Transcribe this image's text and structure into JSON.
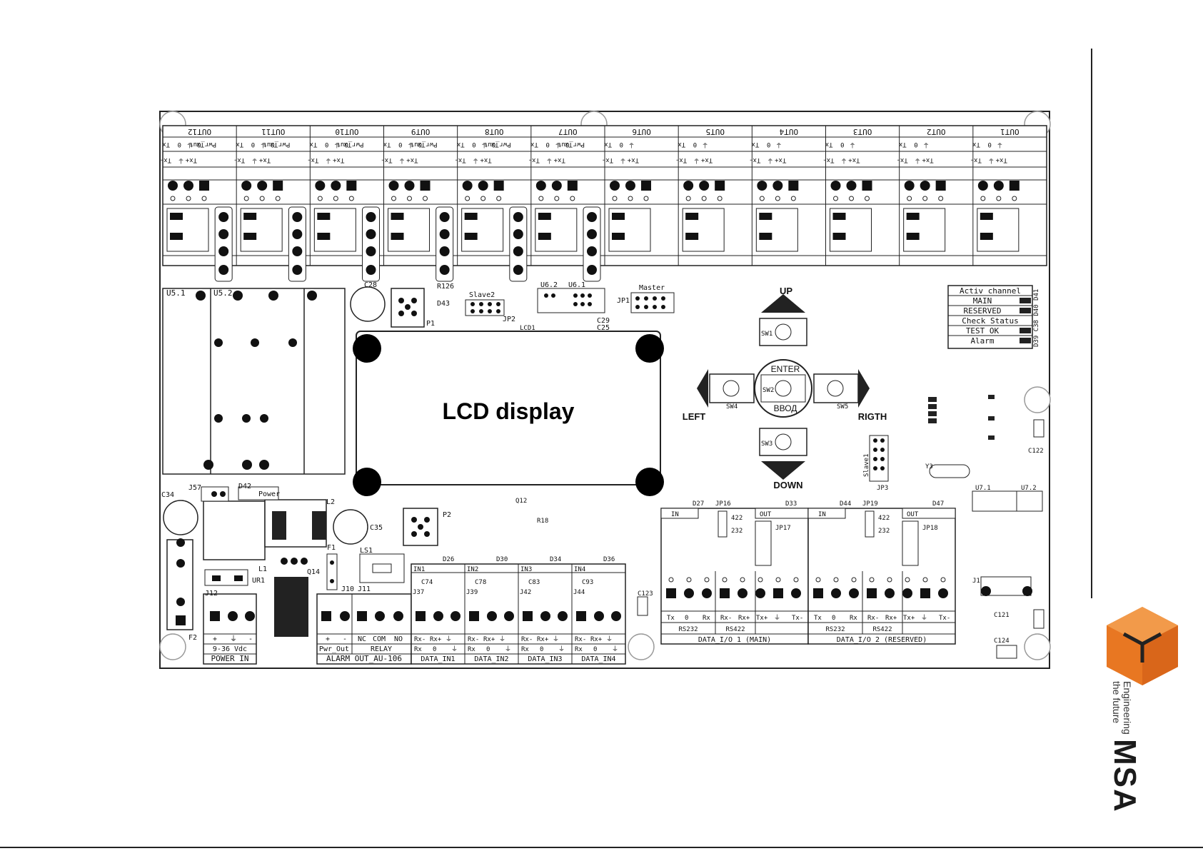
{
  "board": {
    "output_groups": [
      {
        "label": "OUT12",
        "pins_top": [
          "Tx",
          "0",
          "⏚",
          "Tx"
        ],
        "pins_bot": [
          "Tx-",
          "⏚",
          "Tx+"
        ],
        "pwr": "Pwr_Out"
      },
      {
        "label": "OUT11",
        "pins_top": [
          "Tx",
          "0",
          "⏚",
          "Tx"
        ],
        "pins_bot": [
          "Tx-",
          "⏚",
          "Tx+"
        ],
        "pwr": "Pwr_Out"
      },
      {
        "label": "OUT10",
        "pins_top": [
          "Tx",
          "0",
          "⏚",
          "Tx"
        ],
        "pins_bot": [
          "Tx-",
          "⏚",
          "Tx+"
        ],
        "pwr": "Pwr_Out"
      },
      {
        "label": "OUT9",
        "pins_top": [
          "Tx",
          "0",
          "⏚",
          "Tx"
        ],
        "pins_bot": [
          "Tx-",
          "⏚",
          "Tx+"
        ],
        "pwr": "Pwr_Out"
      },
      {
        "label": "OUT8",
        "pins_top": [
          "Tx",
          "0",
          "⏚",
          "Tx"
        ],
        "pins_bot": [
          "Tx-",
          "⏚",
          "Tx+"
        ],
        "pwr": "Pwr_Out"
      },
      {
        "label": "OUT7",
        "pins_top": [
          "Tx",
          "0",
          "⏚",
          "Tx"
        ],
        "pins_bot": [
          "Tx-",
          "⏚",
          "Tx+"
        ],
        "pwr": "Pwr_Out"
      },
      {
        "label": "OUT6",
        "pins_top": [
          "Tx",
          "0",
          "⏚"
        ],
        "pins_bot": [
          "Tx-",
          "⏚",
          "Tx+"
        ],
        "pwr": ""
      },
      {
        "label": "OUT5",
        "pins_top": [
          "Tx",
          "0",
          "⏚"
        ],
        "pins_bot": [
          "Tx-",
          "⏚",
          "Tx+"
        ],
        "pwr": ""
      },
      {
        "label": "OUT4",
        "pins_top": [
          "Tx",
          "0",
          "⏚"
        ],
        "pins_bot": [
          "Tx-",
          "⏚",
          "Tx+"
        ],
        "pwr": ""
      },
      {
        "label": "OUT3",
        "pins_top": [
          "Tx",
          "0",
          "⏚"
        ],
        "pins_bot": [
          "Tx-",
          "⏚",
          "Tx+"
        ],
        "pwr": ""
      },
      {
        "label": "OUT2",
        "pins_top": [
          "Tx",
          "0",
          "⏚"
        ],
        "pins_bot": [
          "Tx-",
          "⏚",
          "Tx+"
        ],
        "pwr": ""
      },
      {
        "label": "OUT1",
        "pins_top": [
          "Tx",
          "0",
          "⏚"
        ],
        "pins_bot": [
          "Tx-",
          "⏚",
          "Tx+"
        ],
        "pwr": ""
      }
    ],
    "lcd_label": "LCD display",
    "lcd_ref": "LCD1",
    "nav": {
      "up": "UP",
      "down": "DOWN",
      "left": "LEFT",
      "right": "RIGTH",
      "enter": "ENTER",
      "enter_ru": "ВВОД"
    },
    "switches": {
      "sw1": "SW1",
      "sw2": "SW2",
      "sw3": "SW3",
      "sw4": "SW4",
      "sw5": "SW5"
    },
    "headers": {
      "slave2": "Slave2",
      "master": "Master",
      "slave1": "Slave1",
      "jp1": "JP1",
      "jp2": "JP2",
      "jp3": "JP3",
      "u61": "U6.1",
      "u62": "U6.2",
      "u71": "U7.1",
      "u72": "U7.2"
    },
    "status_panel": {
      "title": "Activ channel",
      "rows": [
        "MAIN",
        "RESERVED",
        "Check Status",
        "TEST OK",
        "Alarm"
      ],
      "side_refs": "D39 C38 D40 D41"
    },
    "power": {
      "jack": "J12",
      "range": "9-36 Vdc",
      "title": "POWER IN",
      "pins": [
        "+",
        "⏚",
        "-"
      ],
      "fuse": "F2",
      "l1": "L1",
      "l2": "L2",
      "ur1": "UR1",
      "q14": "Q14",
      "c34": "C34",
      "c35": "C35",
      "j57": "J57",
      "d42": "D42",
      "power_led": "Power",
      "f1": "F1"
    },
    "alarm": {
      "title": "ALARM OUT_AU-106",
      "pwr_out": "Pwr_Out",
      "relay": "RELAY",
      "pins_pwr": [
        "+",
        "-"
      ],
      "pins_relay": [
        "NC",
        "COM",
        "NO"
      ],
      "j10": "J10",
      "j11": "J11",
      "ls1": "LS1"
    },
    "data_in": [
      {
        "title": "DATA_IN1",
        "in": "IN1",
        "d": "D26",
        "c": "C74",
        "j": "J37",
        "top": [
          "Rx-",
          "Rx+",
          "⏚"
        ],
        "bot": [
          "Rx",
          "0",
          "⏚"
        ]
      },
      {
        "title": "DATA_IN2",
        "in": "IN2",
        "d": "D30",
        "c": "C78",
        "j": "J39",
        "top": [
          "Rx-",
          "Rx+",
          "⏚"
        ],
        "bot": [
          "Rx",
          "0",
          "⏚"
        ]
      },
      {
        "title": "DATA_IN3",
        "in": "IN3",
        "d": "D34",
        "c": "C83",
        "j": "J42",
        "top": [
          "Rx-",
          "Rx+",
          "⏚"
        ],
        "bot": [
          "Rx",
          "0",
          "⏚"
        ]
      },
      {
        "title": "DATA_IN4",
        "in": "IN4",
        "d": "D36",
        "c": "C93",
        "j": "J44",
        "top": [
          "Rx-",
          "Rx+",
          "⏚"
        ],
        "bot": [
          "Rx",
          "0",
          "⏚"
        ]
      }
    ],
    "data_io": [
      {
        "title": "DATA_I/O 1  (MAIN)",
        "in": "IN",
        "out": "OUT",
        "jp": "JP16",
        "jp2": "JP17",
        "d1": "D27",
        "d2": "D33",
        "opt1": "422",
        "opt2": "232",
        "rs232": "RS232",
        "rs422": "RS422",
        "pins": [
          "Tx",
          "0",
          "Rx",
          "Rx-",
          "Rx+",
          "Tx+",
          "⏚",
          "Tx-"
        ]
      },
      {
        "title": "DATA_I/O 2 (RESERVED)",
        "in": "IN",
        "out": "OUT",
        "jp": "JP19",
        "jp2": "JP18",
        "d1": "D44",
        "d2": "D47",
        "opt1": "422",
        "opt2": "232",
        "rs232": "RS232",
        "rs422": "RS422",
        "pins": [
          "Tx",
          "0",
          "Rx",
          "Rx-",
          "Rx+",
          "Tx+",
          "⏚",
          "Tx-"
        ]
      }
    ],
    "misc": {
      "p1": "P1",
      "p2": "P2",
      "c28": "C28",
      "r126": "R126",
      "d43": "D43",
      "c29": "C29",
      "c25": "C25",
      "q12": "Q12",
      "r18": "R18",
      "y3": "Y3",
      "j1": "J1",
      "c121": "C121",
      "c122": "C122",
      "c123": "C123",
      "c124": "C124",
      "u51": "U5.1",
      "u52": "U5.2"
    }
  },
  "brand": {
    "name": "MSA",
    "tag_line1": "Engineering",
    "tag_line2": "the future",
    "color": "#e87722"
  }
}
